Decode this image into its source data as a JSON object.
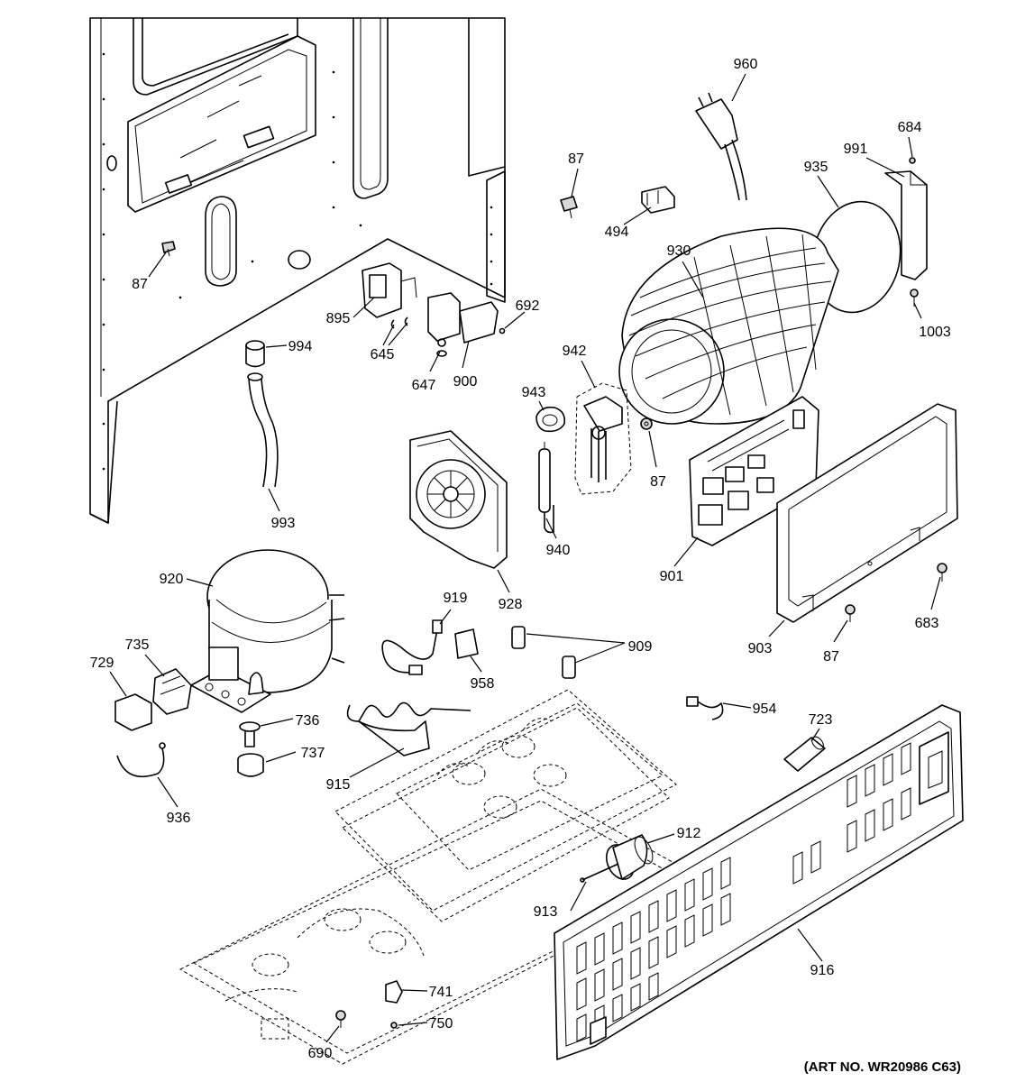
{
  "diagram": {
    "art_number": "(ART NO. WR20986 C63)",
    "callouts": [
      {
        "id": "c960",
        "label": "960"
      },
      {
        "id": "c684",
        "label": "684"
      },
      {
        "id": "c991",
        "label": "991"
      },
      {
        "id": "c935",
        "label": "935"
      },
      {
        "id": "c87a",
        "label": "87"
      },
      {
        "id": "c494",
        "label": "494"
      },
      {
        "id": "c930",
        "label": "930"
      },
      {
        "id": "c1003",
        "label": "1003"
      },
      {
        "id": "c87b",
        "label": "87"
      },
      {
        "id": "c895",
        "label": "895"
      },
      {
        "id": "c692",
        "label": "692"
      },
      {
        "id": "c645",
        "label": "645"
      },
      {
        "id": "c647",
        "label": "647"
      },
      {
        "id": "c900",
        "label": "900"
      },
      {
        "id": "c994",
        "label": "994"
      },
      {
        "id": "c942",
        "label": "942"
      },
      {
        "id": "c943",
        "label": "943"
      },
      {
        "id": "c87c",
        "label": "87"
      },
      {
        "id": "c993",
        "label": "993"
      },
      {
        "id": "c940",
        "label": "940"
      },
      {
        "id": "c901",
        "label": "901"
      },
      {
        "id": "c920",
        "label": "920"
      },
      {
        "id": "c928",
        "label": "928"
      },
      {
        "id": "c919",
        "label": "919"
      },
      {
        "id": "c683",
        "label": "683"
      },
      {
        "id": "c903",
        "label": "903"
      },
      {
        "id": "c87d",
        "label": "87"
      },
      {
        "id": "c909",
        "label": "909"
      },
      {
        "id": "c735",
        "label": "735"
      },
      {
        "id": "c729",
        "label": "729"
      },
      {
        "id": "c958",
        "label": "958"
      },
      {
        "id": "c736",
        "label": "736"
      },
      {
        "id": "c954",
        "label": "954"
      },
      {
        "id": "c723",
        "label": "723"
      },
      {
        "id": "c737",
        "label": "737"
      },
      {
        "id": "c915",
        "label": "915"
      },
      {
        "id": "c936",
        "label": "936"
      },
      {
        "id": "c912",
        "label": "912"
      },
      {
        "id": "c913",
        "label": "913"
      },
      {
        "id": "c916",
        "label": "916"
      },
      {
        "id": "c741",
        "label": "741"
      },
      {
        "id": "c750",
        "label": "750"
      },
      {
        "id": "c690",
        "label": "690"
      }
    ]
  }
}
